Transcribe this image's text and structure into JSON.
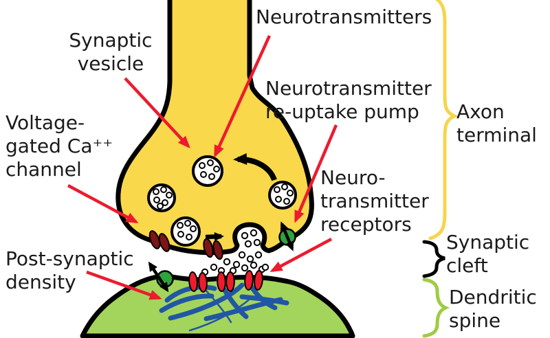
{
  "figure": {
    "title": "Synapse diagram",
    "type": "biology-schematic"
  },
  "labels": {
    "synaptic_vesicle": {
      "lines": [
        "Synaptic",
        "vesicle"
      ]
    },
    "neurotransmitters": {
      "lines": [
        "Neurotransmitters"
      ]
    },
    "reuptake_pump": {
      "lines": [
        "Neurotransmitter",
        "re-uptake pump"
      ]
    },
    "voltage_gated_channel": {
      "lines": [
        "Voltage-",
        "gated Ca⁺⁺",
        "channel"
      ]
    },
    "receptors": {
      "lines": [
        "Neuro-",
        "transmitter",
        "receptors"
      ]
    },
    "post_synaptic_density": {
      "lines": [
        "Post-synaptic",
        "density"
      ]
    },
    "axon_terminal": {
      "lines": [
        "Axon",
        "terminal"
      ]
    },
    "synaptic_cleft": {
      "lines": [
        "Synaptic",
        "cleft"
      ]
    },
    "dendritic_spine": {
      "lines": [
        "Dendritic",
        "spine"
      ]
    }
  },
  "colors": {
    "axon_fill": "#F9D84C",
    "spine_fill": "#A3D55C",
    "arrow_red": "#EC1B2E",
    "channel_maroon": "#7D1416",
    "receptor_red": "#EE1C2B",
    "pump_green": "#2FA33C",
    "density_blue": "#2156A5",
    "brace_yellow": "#F5D54C",
    "brace_black": "#000000",
    "brace_green": "#9FCB44",
    "outline": "#000000"
  }
}
